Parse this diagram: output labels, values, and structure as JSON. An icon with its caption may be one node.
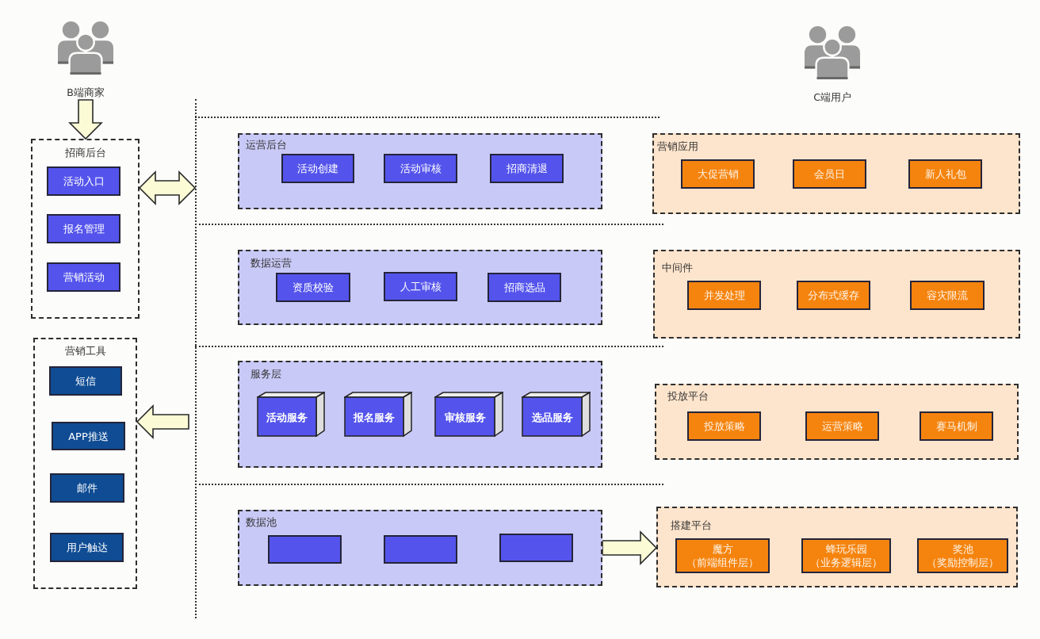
{
  "diagram": {
    "nodes": [
      {
        "text": [
          "B端商家"
        ]
      },
      {
        "text": [
          "C端用户"
        ]
      },
      {
        "text": [
          "招商后台"
        ]
      },
      {
        "text": [
          "活动入口"
        ],
        "in": 2
      },
      {
        "text": [
          "报名管理"
        ],
        "in": 2
      },
      {
        "text": [
          "营销活动"
        ],
        "in": 2
      },
      {
        "text": [
          "营销工具"
        ]
      },
      {
        "text": [
          "短信"
        ],
        "in": 6
      },
      {
        "text": [
          "APP推送"
        ],
        "in": 6
      },
      {
        "text": [
          "邮件"
        ],
        "in": 6
      },
      {
        "text": [
          "用户触达"
        ],
        "in": 6
      },
      {
        "text": [
          "运营后台"
        ]
      },
      {
        "text": [
          "活动创建"
        ],
        "in": 11
      },
      {
        "text": [
          "活动审核"
        ],
        "in": 11
      },
      {
        "text": [
          "招商清退"
        ],
        "in": 11
      },
      {
        "text": [
          "数据运营"
        ]
      },
      {
        "text": [
          "资质校验"
        ],
        "in": 15
      },
      {
        "text": [
          "人工审核"
        ],
        "in": 15
      },
      {
        "text": [
          "招商选品"
        ],
        "in": 15
      },
      {
        "text": [
          "服务层"
        ]
      },
      {
        "text": [
          "活动服务"
        ],
        "in": 19
      },
      {
        "text": [
          "报名服务"
        ],
        "in": 19
      },
      {
        "text": [
          "审核服务"
        ],
        "in": 19
      },
      {
        "text": [
          "选品服务"
        ],
        "in": 19
      },
      {
        "text": [
          "数据池"
        ]
      },
      {
        "text": [],
        "shape": "box",
        "in": 24
      },
      {
        "text": [],
        "shape": "box",
        "in": 24
      },
      {
        "text": [],
        "shape": "box",
        "in": 24
      },
      {
        "text": [
          "营销应用"
        ]
      },
      {
        "text": [
          "大促营销"
        ],
        "in": 28
      },
      {
        "text": [
          "会员日"
        ],
        "in": 28
      },
      {
        "text": [
          "新人礼包"
        ],
        "in": 28
      },
      {
        "text": [
          "中间件"
        ]
      },
      {
        "text": [
          "并发处理"
        ],
        "in": 32
      },
      {
        "text": [
          "分布式缓存"
        ],
        "in": 32
      },
      {
        "text": [
          "容灾限流"
        ],
        "in": 32
      },
      {
        "text": [
          "投放平台"
        ]
      },
      {
        "text": [
          "投放策略"
        ],
        "in": 36
      },
      {
        "text": [
          "运营策略"
        ],
        "in": 36
      },
      {
        "text": [
          "赛马机制"
        ],
        "in": 36
      },
      {
        "text": [
          "搭建平台"
        ]
      },
      {
        "text": [
          "魔方",
          "（前端组件层）"
        ],
        "in": 40
      },
      {
        "text": [
          "蜂玩乐园",
          "（业务逻辑层）"
        ],
        "in": 40
      },
      {
        "text": [
          "奖池",
          "（奖励控制层）"
        ],
        "in": 40
      }
    ],
    "edges": [
      {
        "from": 0,
        "to": 2,
        "arrow": "to"
      },
      {
        "from": 2,
        "to": null,
        "arrow": "both"
      },
      {
        "from": null,
        "to": 6,
        "arrow": "to"
      },
      {
        "from": 24,
        "to": 40,
        "arrow": "to"
      }
    ]
  }
}
